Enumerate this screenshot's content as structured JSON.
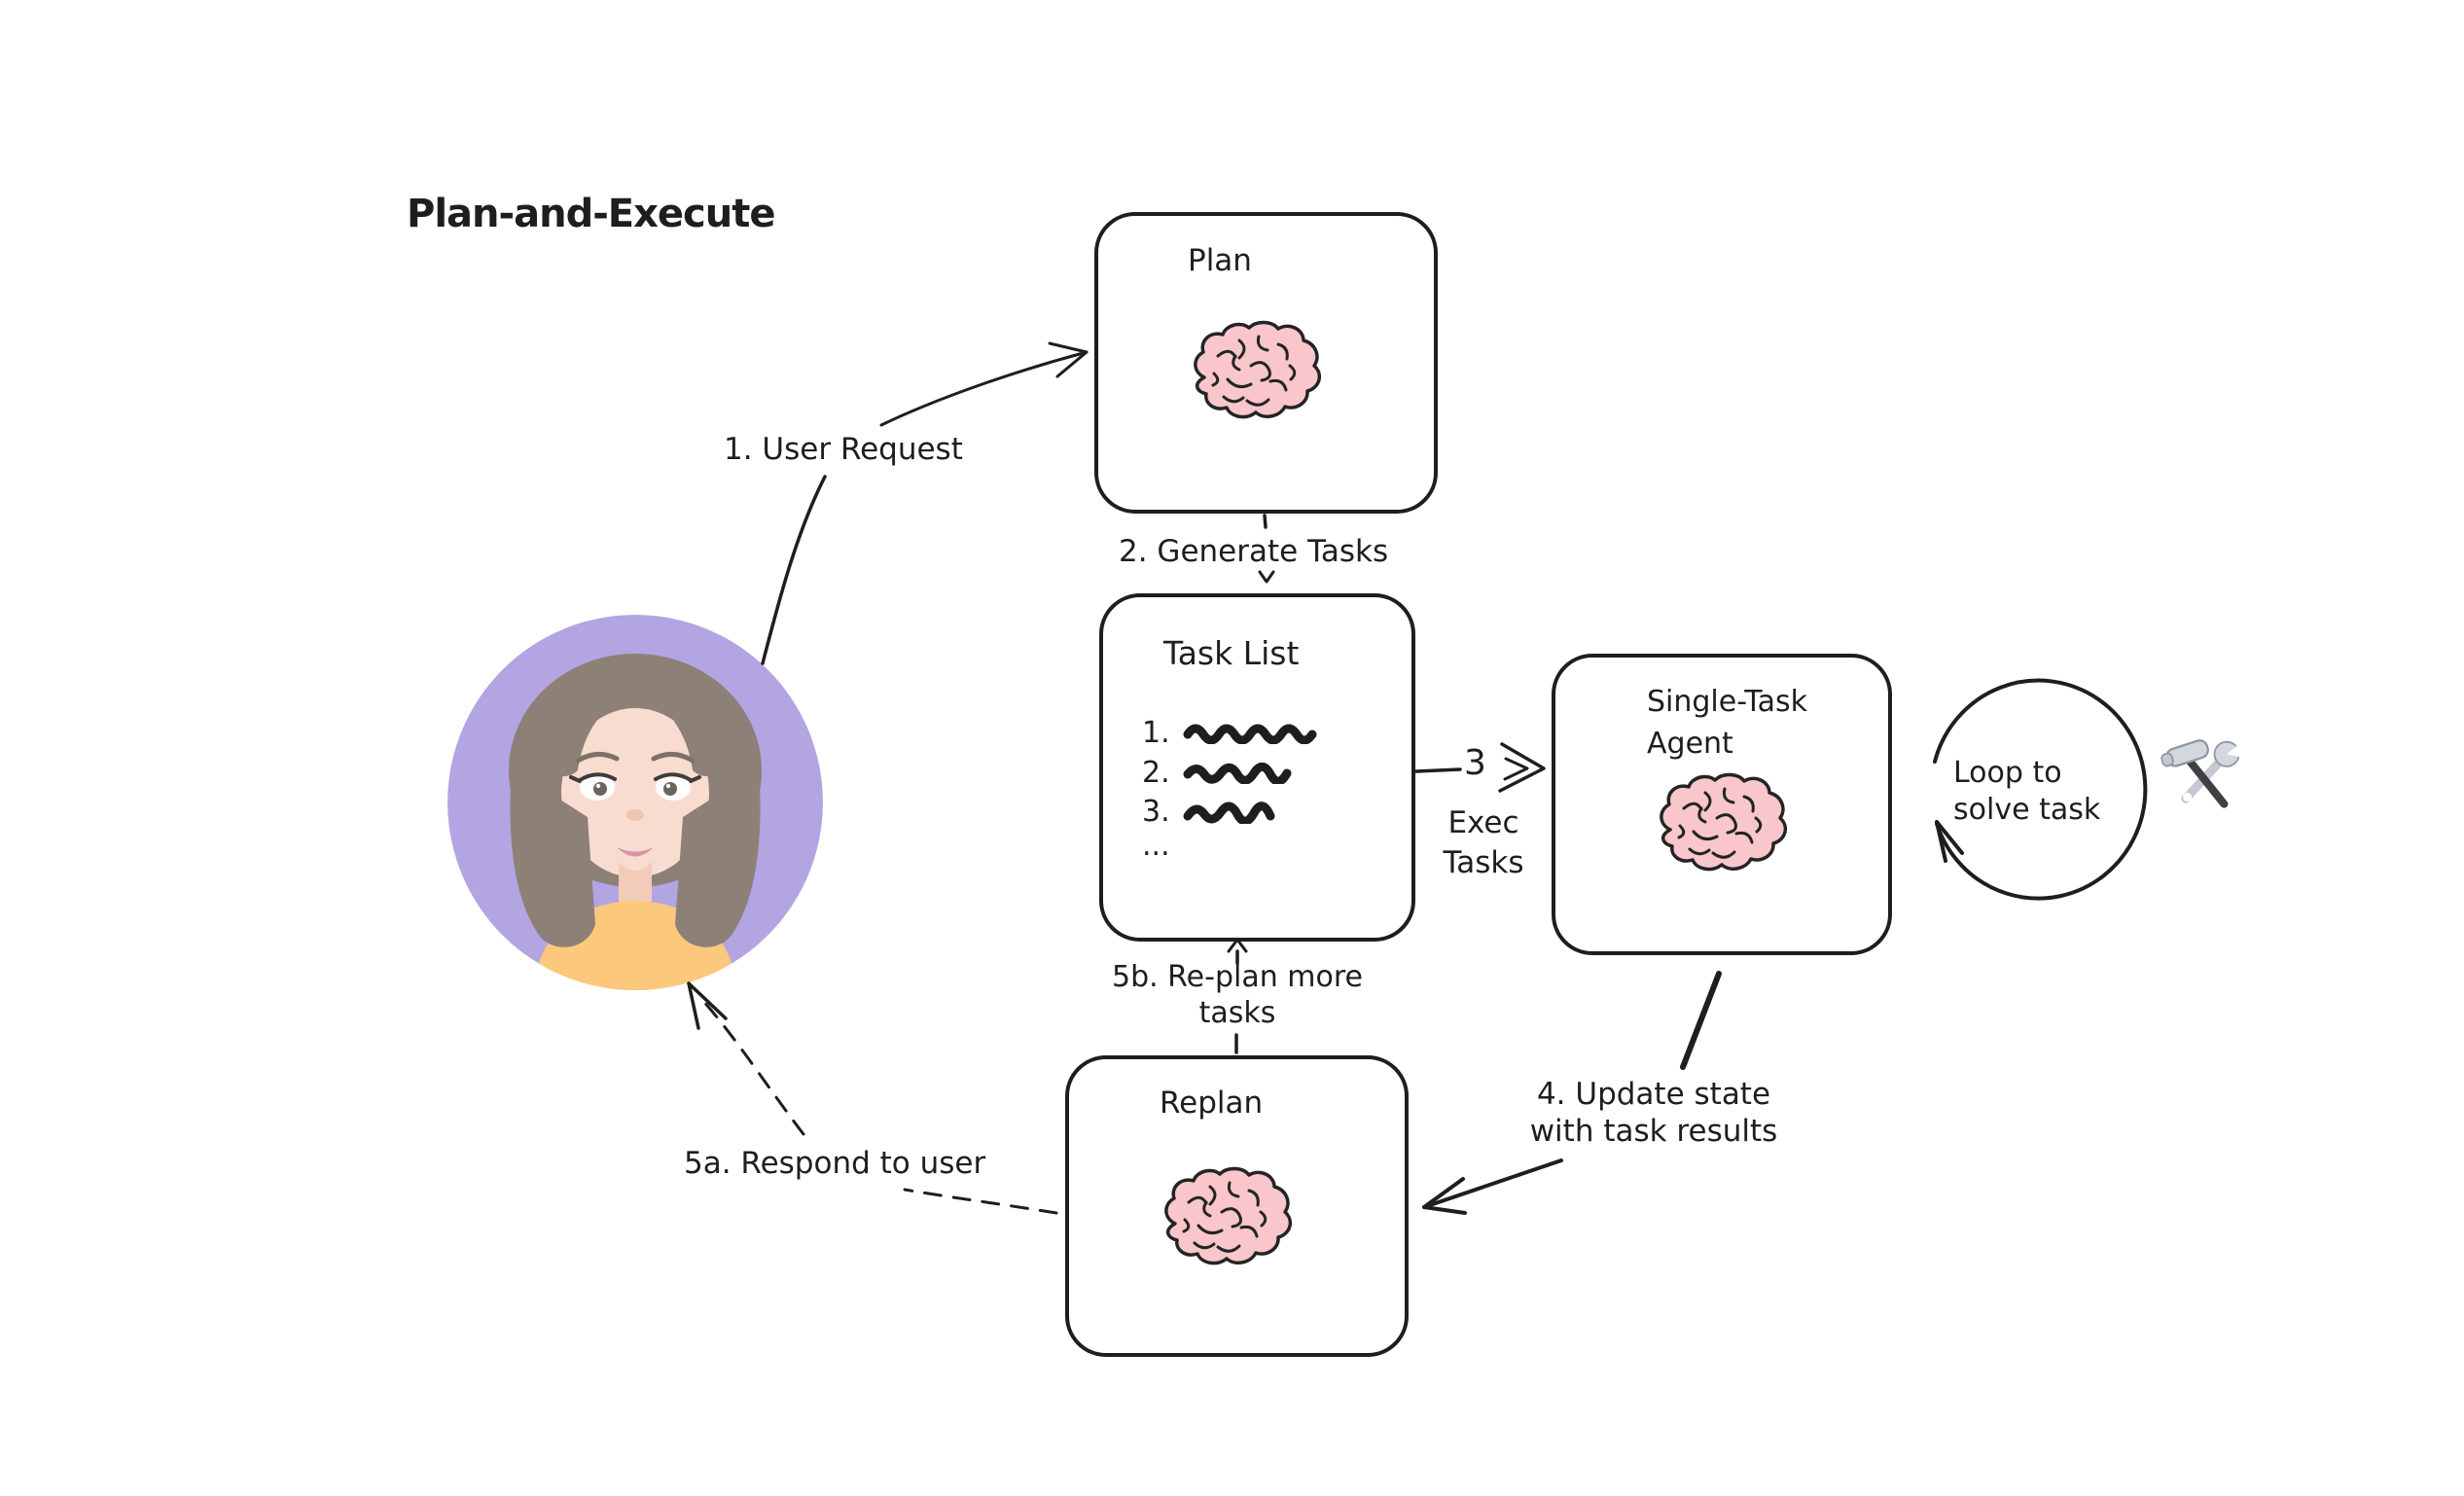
{
  "title": "Plan-and-Execute",
  "nodes": {
    "plan": {
      "label": "Plan",
      "icon": "brain-icon"
    },
    "task_list": {
      "label": "Task List",
      "items": [
        "1.",
        "2.",
        "3.",
        "..."
      ]
    },
    "agent": {
      "lines": [
        "Single-Task",
        "Agent"
      ],
      "icon": "brain-icon"
    },
    "replan": {
      "label": "Replan",
      "icon": "brain-icon"
    }
  },
  "edges": {
    "user_request": {
      "label": "1. User Request"
    },
    "generate_tasks": {
      "label": "2. Generate Tasks"
    },
    "exec_tasks": {
      "number": "3",
      "lines": [
        "Exec",
        "Tasks"
      ]
    },
    "update_state": {
      "lines": [
        "4. Update state",
        "with task results"
      ]
    },
    "respond_to_user": {
      "label": "5a. Respond to user"
    },
    "replan_more": {
      "lines": [
        "5b. Re-plan more",
        "tasks"
      ]
    }
  },
  "loop_note": {
    "lines": [
      "Loop to",
      "solve task"
    ],
    "icon": "hammer-wrench-icon"
  },
  "user": {
    "icon": "woman-avatar"
  },
  "colors": {
    "ink": "#1e1e1e",
    "brain_fill": "#f9c6cb",
    "avatar_background": "#b3a5e2",
    "hair": "#8d8177",
    "skin": "#f9dcd0",
    "shirt": "#fcc87c",
    "blush": "#f3abb8"
  }
}
